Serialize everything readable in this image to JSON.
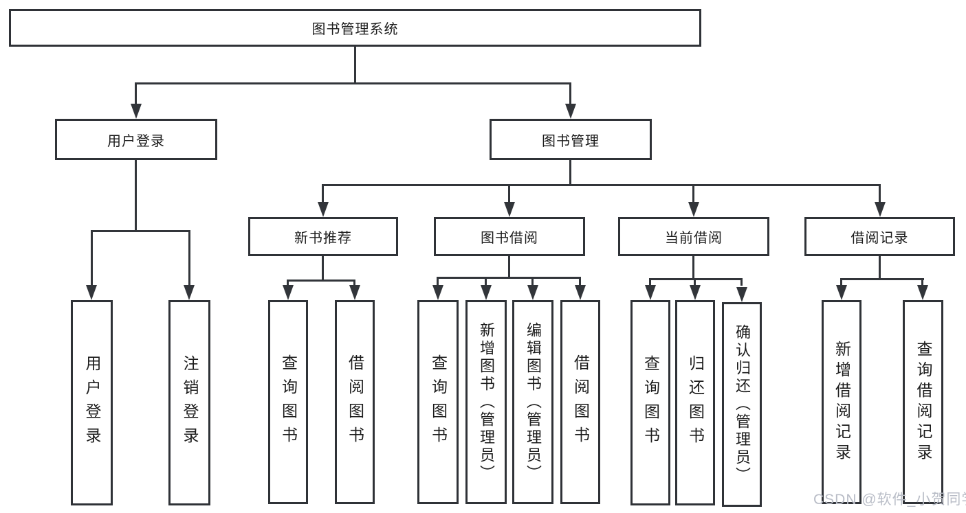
{
  "tree": {
    "root": {
      "label": "图书管理系统"
    },
    "l2": [
      {
        "label": "用户登录"
      },
      {
        "label": "图书管理"
      }
    ],
    "l3": [
      {
        "label": "新书推荐"
      },
      {
        "label": "图书借阅"
      },
      {
        "label": "当前借阅"
      },
      {
        "label": "借阅记录"
      }
    ],
    "leaves": {
      "user_login": [
        {
          "label": "用户登录"
        },
        {
          "label": "注销登录"
        }
      ],
      "new_book": [
        {
          "label": "查询图书"
        },
        {
          "label": "借阅图书"
        }
      ],
      "book_borrow": [
        {
          "label": "查询图书"
        },
        {
          "label": "新增图书（管理员）"
        },
        {
          "label": "编辑图书（管理员）"
        },
        {
          "label": "借阅图书"
        }
      ],
      "current_borrow": [
        {
          "label": "查询图书"
        },
        {
          "label": "归还图书"
        },
        {
          "label": "确认归还（管理员）"
        }
      ],
      "borrow_record": [
        {
          "label": "新增借阅记录"
        },
        {
          "label": "查询借阅记录"
        }
      ]
    }
  },
  "watermark": {
    "text": "CSDN @软件_小贺同学"
  },
  "colors": {
    "line": "#32353a",
    "border": "#2f3237",
    "text": "#1c1c1c",
    "watermark": "#b9bdc7",
    "background": "#ffffff"
  }
}
